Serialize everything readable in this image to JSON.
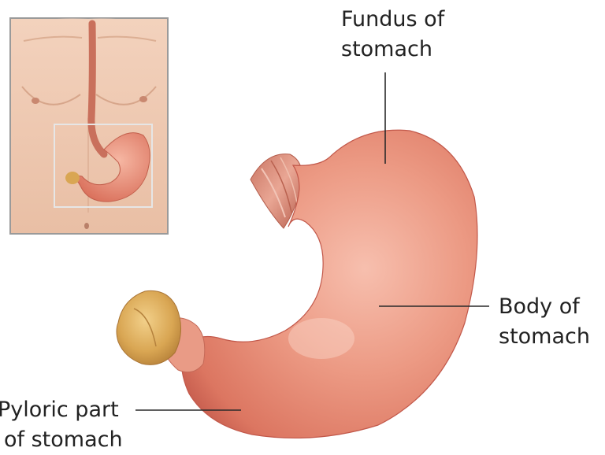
{
  "labels": {
    "fundus": {
      "line1": "Fundus of",
      "line2": "stomach"
    },
    "body": {
      "line1": "Body of",
      "line2": "stomach"
    },
    "pyloric": {
      "line1": "Pyloric part",
      "line2": "of stomach"
    }
  },
  "colors": {
    "background": "#ffffff",
    "stomach_base": "#e88a74",
    "stomach_highlight": "#f6b9a6",
    "stomach_shadow": "#c2584a",
    "pylorus_tissue": "#d9a653",
    "esophagus": "#d98a77",
    "skin": "#f0cbb4",
    "inset_border": "#9a9a9a",
    "callout_box": "#e6e6e6",
    "text": "#222222"
  },
  "inset": {
    "description_shown": "torso with esophagus and stomach highlighted by a rectangle"
  }
}
